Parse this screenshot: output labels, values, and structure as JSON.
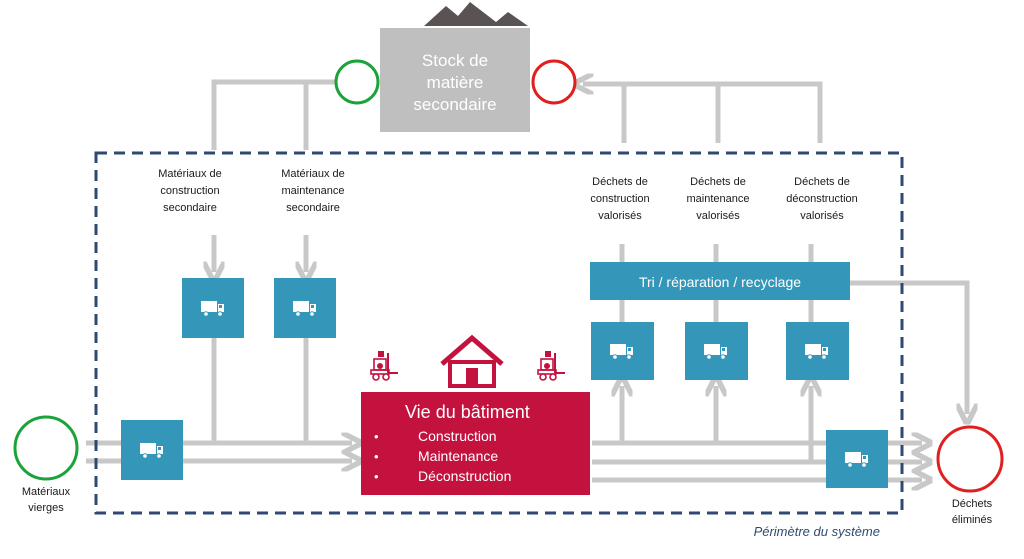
{
  "stock": {
    "line1": "Stock de",
    "line2": "matière",
    "line3": "secondaire"
  },
  "inputs": {
    "construction": {
      "l1": "Matériaux de",
      "l2": "construction",
      "l3": "secondaire"
    },
    "maintenance": {
      "l1": "Matériaux de",
      "l2": "maintenance",
      "l3": "secondaire"
    }
  },
  "wastes": {
    "construction": {
      "l1": "Déchets de",
      "l2": "construction",
      "l3": "valorisés"
    },
    "maintenance": {
      "l1": "Déchets de",
      "l2": "maintenance",
      "l3": "valorisés"
    },
    "deconstruction": {
      "l1": "Déchets de",
      "l2": "déconstruction",
      "l3": "valorisés"
    }
  },
  "sorting": {
    "label": "Tri / réparation / recyclage"
  },
  "building": {
    "title": "Vie du bâtiment",
    "bullet": "•",
    "items": [
      "Construction",
      "Maintenance",
      "Déconstruction"
    ]
  },
  "virgin": {
    "l1": "Matériaux",
    "l2": "vierges"
  },
  "disposed": {
    "l1": "Déchets",
    "l2": "éliminés"
  },
  "perimeter": {
    "label": "Périmètre du système"
  },
  "colors": {
    "arrow": "#c8c8c8",
    "box": "#3497b9",
    "building": "#c4123f",
    "stock": "#bfbfbf",
    "dash": "#2e4a73",
    "green": "#1aa33a",
    "red": "#e02020",
    "mountain": "#5a5354"
  },
  "icons": [
    "truck-icon",
    "forklift-icon",
    "house-icon",
    "mountain-icon"
  ]
}
